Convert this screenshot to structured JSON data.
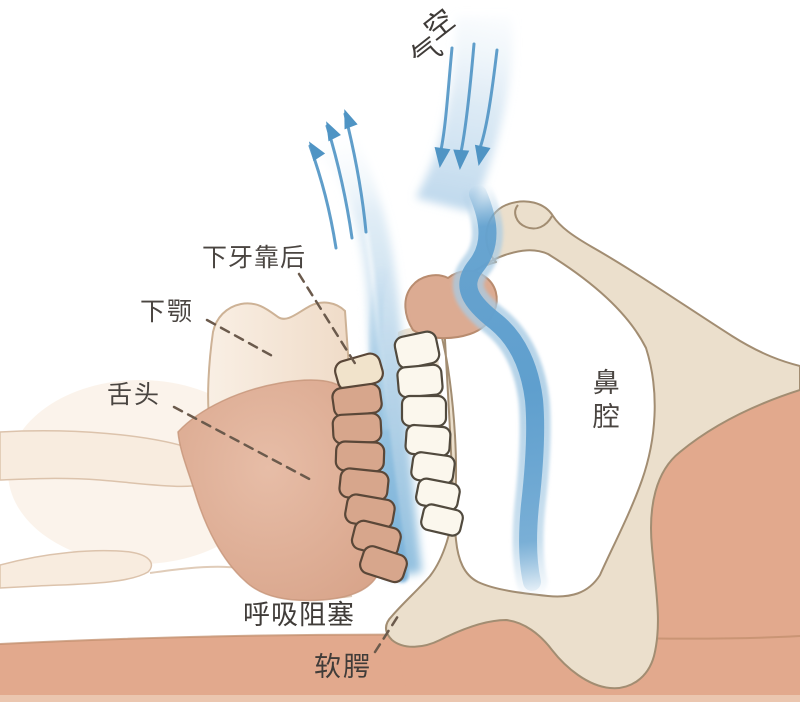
{
  "labels": {
    "air": "空气",
    "lower_teeth_back": "下牙靠后",
    "lower_jaw": "下颚",
    "tongue": "舌头",
    "nasal_cavity": "鼻腔",
    "breathing_obstruction": "呼吸阻塞",
    "soft_palate": "软腭"
  },
  "colors": {
    "airflow_arrow": "#4f94c4",
    "airflow_stream": "#5f9fce",
    "airflow_soft": "#c5dcee",
    "skin_light": "#f0dcca",
    "skin_cream": "#ebdfcc",
    "outline_cream": "#a28d72",
    "tongue": "#dfae96",
    "gum": "#dcab92",
    "pharynx": "#e2a98d",
    "tooth_upper": "#fbf7ed",
    "tooth_lower": "#d7a68c",
    "tooth_outline": "#5a4738",
    "label_text": "#4a4541",
    "dashed_line": "#6b5a4c",
    "background": "#ffffff"
  }
}
